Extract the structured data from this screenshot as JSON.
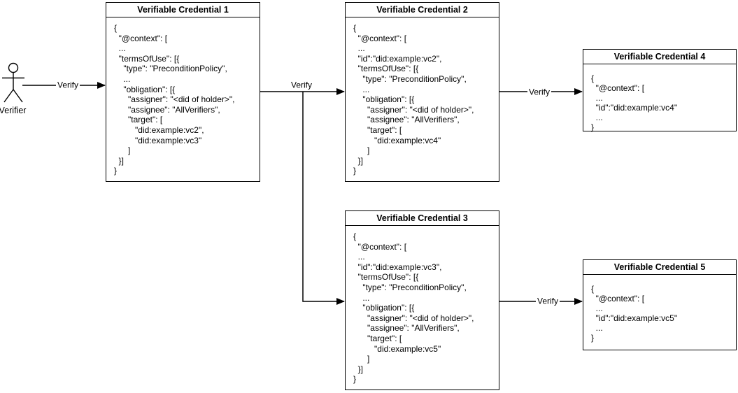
{
  "diagram": {
    "actor": {
      "label": "Verifier"
    },
    "edge_labels": {
      "verifier_to_vc1": "Verify",
      "vc1_to_vc2": "Verify",
      "vc2_to_vc4": "Verify",
      "vc3_to_vc5": "Verify"
    },
    "boxes": [
      {
        "title": "Verifiable Credential 1",
        "body": [
          "{",
          "  \"@context\": [",
          "  ...",
          "  \"termsOfUse\": [{",
          "    \"type\": \"PreconditionPolicy\",",
          "    ...",
          "    \"obligation\": [{",
          "      \"assigner\": \"<did of holder>\",",
          "      \"assignee\": \"AllVerifiers\",",
          "      \"target\": [",
          "         \"did:example:vc2\",",
          "         \"did:example:vc3\"",
          "      ]",
          "  }]",
          "}"
        ]
      },
      {
        "title": "Verifiable Credential 2",
        "body": [
          "{",
          "  \"@context\": [",
          "  ...",
          "  \"id\":\"did:example:vc2\",",
          "  \"termsOfUse\": [{",
          "    \"type\": \"PreconditionPolicy\",",
          "    ...",
          "    \"obligation\": [{",
          "      \"assigner\": \"<did of holder>\",",
          "      \"assignee\": \"AllVerifiers\",",
          "      \"target\": [",
          "         \"did:example:vc4\"",
          "      ]",
          "  }]",
          "}"
        ]
      },
      {
        "title": "Verifiable Credential 3",
        "body": [
          "{",
          "  \"@context\": [",
          "  ...",
          "  \"id\":\"did:example:vc3\",",
          "  \"termsOfUse\": [{",
          "    \"type\": \"PreconditionPolicy\",",
          "    ...",
          "    \"obligation\": [{",
          "      \"assigner\": \"<did of holder>\",",
          "      \"assignee\": \"AllVerifiers\",",
          "      \"target\": [",
          "         \"did:example:vc5\"",
          "      ]",
          "  }]",
          "}"
        ]
      },
      {
        "title": "Verifiable Credential 4",
        "body": [
          "{",
          "  \"@context\": [",
          "  ...",
          "  \"id\":\"did:example:vc4\"",
          "  ...",
          "}"
        ]
      },
      {
        "title": "Verifiable Credential 5",
        "body": [
          "{",
          "  \"@context\": [",
          "  ...",
          "  \"id\":\"did:example:vc5\"",
          "  ...",
          "}"
        ]
      }
    ],
    "colors": {
      "stroke": "#000000",
      "fill": "#ffffff"
    }
  }
}
